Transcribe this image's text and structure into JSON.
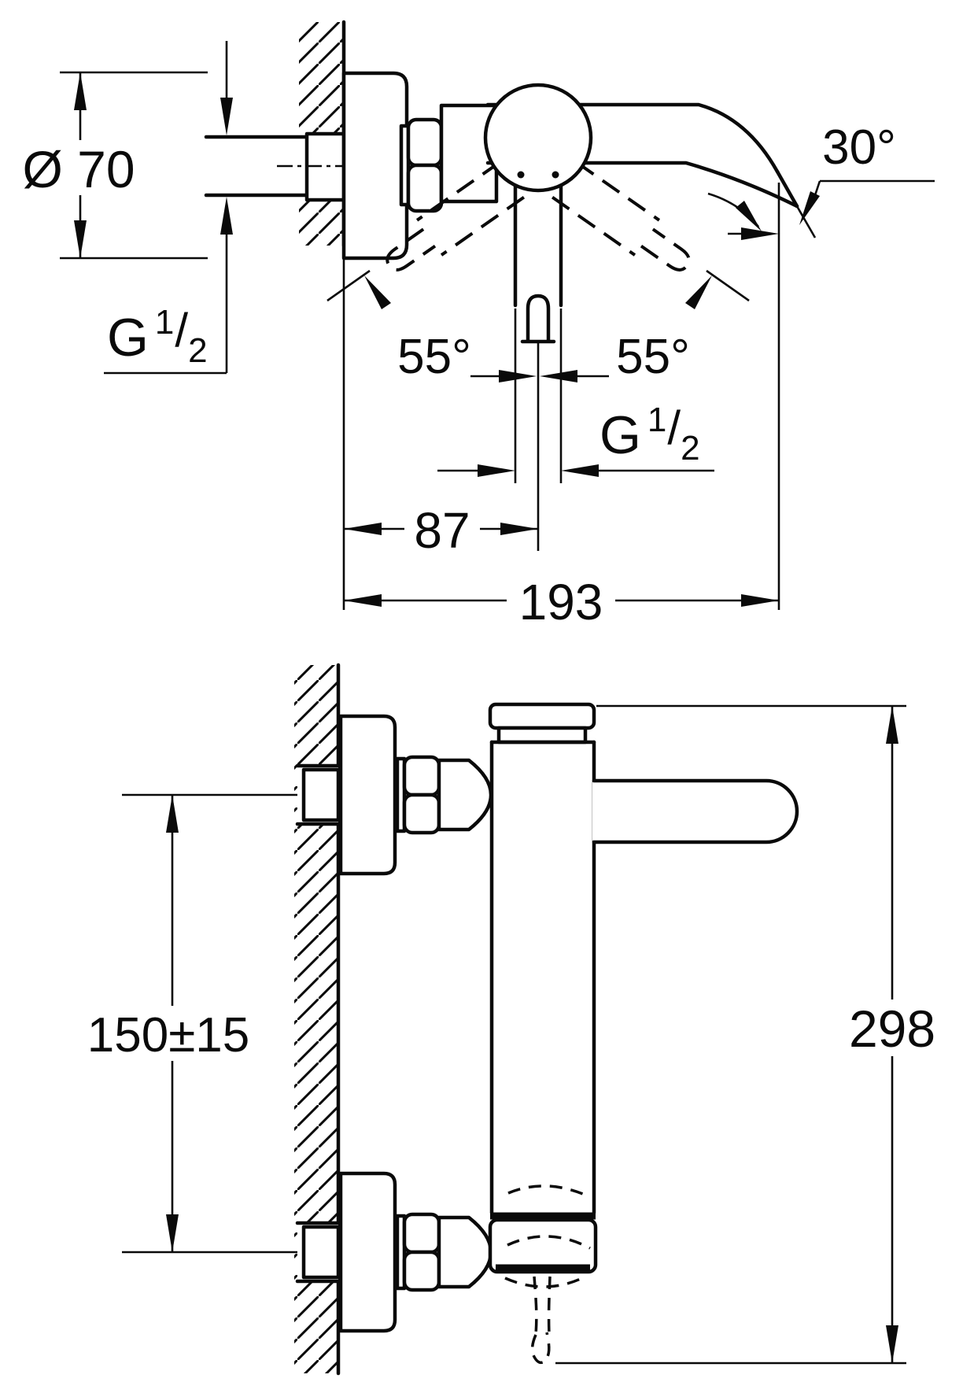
{
  "drawing": {
    "kind": "installation dimension drawing",
    "product": "wall-mounted single-lever bath/shower mixer",
    "views": [
      "top view",
      "side view"
    ]
  },
  "top_view": {
    "dims": {
      "escutcheon_diameter": "Ø 70",
      "wall_thread": {
        "prefix": "G",
        "numerator": "1",
        "slash": "/",
        "denominator": "2"
      },
      "swivel_left": "55°",
      "swivel_right": "55°",
      "spout_end_angle": "30°",
      "wall_to_handle_center": "87",
      "wall_to_spout_end": "193",
      "outlet_thread": {
        "prefix": "G",
        "numerator": "1",
        "slash": "/",
        "denominator": "2"
      }
    }
  },
  "side_view": {
    "dims": {
      "connection_spacing": "150±15",
      "overall_height": "298"
    }
  }
}
